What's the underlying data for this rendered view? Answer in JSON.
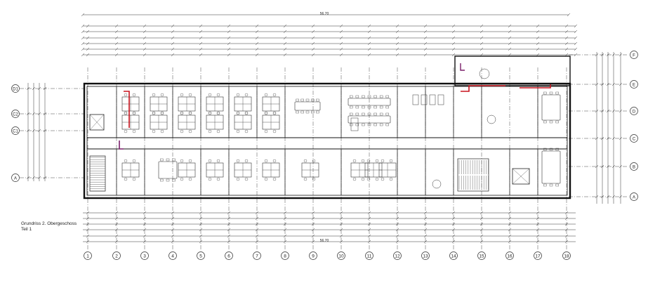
{
  "caption": {
    "title": "Grundriss 2. Obergeschoss",
    "part": "Teil 1"
  },
  "grid": {
    "columns": [
      "1",
      "2",
      "3",
      "4",
      "5",
      "6",
      "7",
      "8",
      "9",
      "10",
      "11",
      "12",
      "13",
      "14",
      "15",
      "16",
      "17",
      "18"
    ],
    "rows_left": [
      "D1",
      "C2",
      "C1",
      "A"
    ],
    "rows_right": [
      "F",
      "E",
      "D",
      "C",
      "B",
      "A"
    ]
  },
  "dimensions": {
    "overall_top": "56.70",
    "overall_bottom": "56.70"
  },
  "colors": {
    "line": "#333333",
    "accent_red": "#c8141e",
    "accent_purple": "#7a1f6a",
    "paper": "#ffffff"
  }
}
